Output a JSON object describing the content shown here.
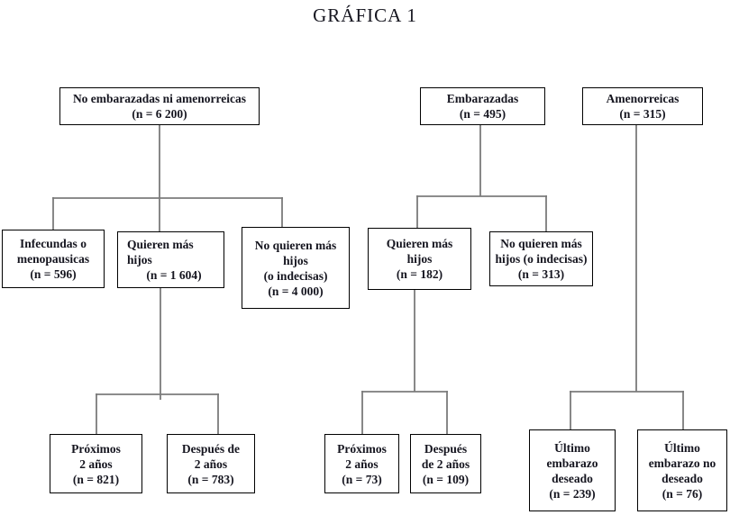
{
  "title": "GRÁFICA 1",
  "diagram": {
    "connector_color": "#7b7b7b",
    "border_color": "#000000",
    "nodes": [
      {
        "id": "no-embarazadas-ni-amenorreicas",
        "lines": [
          "No embarazadas ni amenorreicas",
          "(n = 6 200)"
        ]
      },
      {
        "id": "embarazadas",
        "lines": [
          "Embarazadas",
          "(n = 495)"
        ]
      },
      {
        "id": "amenorreicas",
        "lines": [
          "Amenorreicas",
          "(n = 315)"
        ]
      },
      {
        "id": "infecundas-o-menopausicas",
        "lines": [
          "Infecundas o",
          "menopausicas",
          "(n = 596)"
        ]
      },
      {
        "id": "quieren-mas-hijos-1604",
        "lines": [
          "Quieren más",
          "hijos",
          "(n = 1 604)"
        ]
      },
      {
        "id": "no-quieren-mas-hijos-4000",
        "lines": [
          "No quieren más",
          "hijos",
          "(o indecisas)",
          "(n = 4 000)"
        ]
      },
      {
        "id": "quieren-mas-hijos-182",
        "lines": [
          "Quieren más",
          "hijos",
          "(n = 182)"
        ]
      },
      {
        "id": "no-quieren-mas-hijos-313",
        "lines": [
          "No quieren más",
          "hijos (o indecisas)",
          "(n = 313)"
        ]
      },
      {
        "id": "proximos-2-anos-821",
        "lines": [
          "Próximos",
          "2 años",
          "(n = 821)"
        ]
      },
      {
        "id": "despues-de-2-anos-783",
        "lines": [
          "Después de",
          "2 años",
          "(n = 783)"
        ]
      },
      {
        "id": "proximos-2-anos-73",
        "lines": [
          "Próximos",
          "2 años",
          "(n = 73)"
        ]
      },
      {
        "id": "despues-de-2-anos-109",
        "lines": [
          "Después",
          "de 2 años",
          "(n = 109)"
        ]
      },
      {
        "id": "ultimo-embarazo-deseado",
        "lines": [
          "Último",
          "embarazo",
          "deseado",
          "(n = 239)"
        ]
      },
      {
        "id": "ultimo-embarazo-no-deseado",
        "lines": [
          "Último",
          "embarazo no",
          "deseado",
          "(n = 76)"
        ]
      }
    ],
    "edges": [
      {
        "from": "no-embarazadas-ni-amenorreicas",
        "to": "infecundas-o-menopausicas"
      },
      {
        "from": "no-embarazadas-ni-amenorreicas",
        "to": "quieren-mas-hijos-1604"
      },
      {
        "from": "no-embarazadas-ni-amenorreicas",
        "to": "no-quieren-mas-hijos-4000"
      },
      {
        "from": "quieren-mas-hijos-1604",
        "to": "proximos-2-anos-821"
      },
      {
        "from": "quieren-mas-hijos-1604",
        "to": "despues-de-2-anos-783"
      },
      {
        "from": "embarazadas",
        "to": "quieren-mas-hijos-182"
      },
      {
        "from": "embarazadas",
        "to": "no-quieren-mas-hijos-313"
      },
      {
        "from": "quieren-mas-hijos-182",
        "to": "proximos-2-anos-73"
      },
      {
        "from": "quieren-mas-hijos-182",
        "to": "despues-de-2-anos-109"
      },
      {
        "from": "amenorreicas",
        "to": "ultimo-embarazo-deseado"
      },
      {
        "from": "amenorreicas",
        "to": "ultimo-embarazo-no-deseado"
      }
    ]
  }
}
